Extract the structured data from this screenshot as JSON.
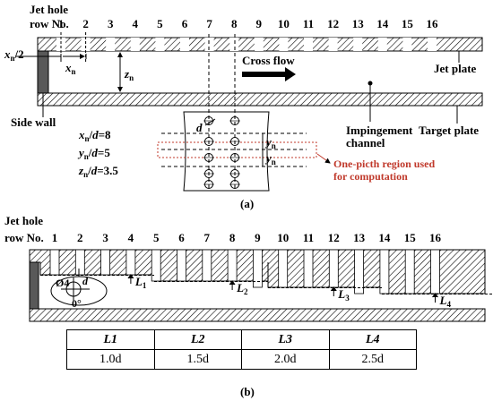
{
  "panel_a": {
    "row_label_line1": "Jet hole",
    "row_label_line2": "row No.",
    "rows": [
      "1",
      "2",
      "3",
      "4",
      "5",
      "6",
      "7",
      "8",
      "9",
      "10",
      "11",
      "12",
      "13",
      "14",
      "15",
      "16"
    ],
    "dim_xn_half": "x",
    "dim_xn_half_sub": "n",
    "dim_xn_half_tail": "/2",
    "dim_xn": "x",
    "dim_xn_sub": "n",
    "dim_zn": "z",
    "dim_zn_sub": "n",
    "cross_flow": "Cross flow",
    "jet_plate": "Jet plate",
    "side_wall": "Side wall",
    "impingement_line1": "Impingement",
    "impingement_line2": "channel",
    "target_plate": "Target plate",
    "ratio1": "x",
    "ratio1_sub": "n",
    "ratio1_tail": "/",
    "ratio1_d": "d",
    "ratio1_val": "=8",
    "ratio2": "y",
    "ratio2_sub": "n",
    "ratio2_val": "=5",
    "ratio3": "z",
    "ratio3_sub": "n",
    "ratio3_val": "=3.5",
    "d_label": "d",
    "yn_label": "y",
    "yn_sub": "n",
    "onepitch_line1": "One-picth region used",
    "onepitch_line2": "for computation",
    "caption": "(a)"
  },
  "panel_b": {
    "row_label_line1": "Jet hole",
    "row_label_line2": "row No.",
    "rows": [
      "1",
      "2",
      "3",
      "4",
      "5",
      "6",
      "7",
      "8",
      "9",
      "10",
      "11",
      "12",
      "13",
      "14",
      "15",
      "16"
    ],
    "l_labels": [
      "L",
      "L",
      "L",
      "L"
    ],
    "l_subs": [
      "1",
      "2",
      "3",
      "4"
    ],
    "inset_d": "d",
    "inset_phi": "Ø4",
    "inset_deg": "0°",
    "caption": "(b)"
  },
  "table": {
    "headers": [
      "L1",
      "L2",
      "L3",
      "L4"
    ],
    "values": [
      "1.0d",
      "1.5d",
      "2.0d",
      "2.5d"
    ]
  },
  "colors": {
    "accent_red": "#c0392b",
    "gray_wall": "#595959"
  }
}
